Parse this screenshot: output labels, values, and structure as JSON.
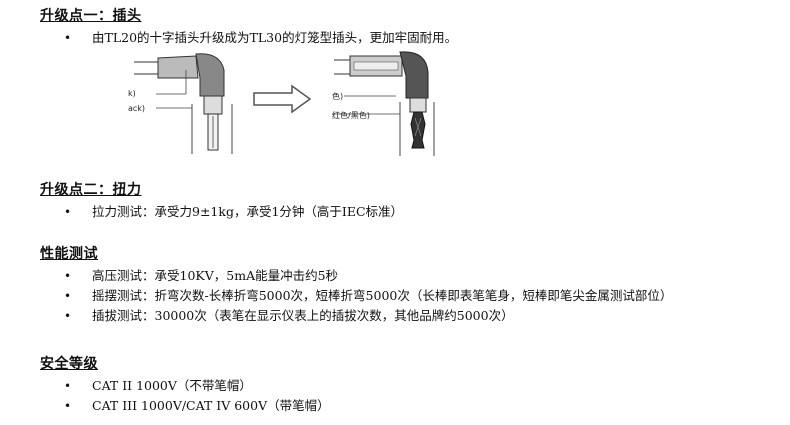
{
  "sections": [
    {
      "heading": "升级点一：插头",
      "items": [
        "由TL20的十字插头升级成为TL30的灯笼型插头，更加牢固耐用。"
      ]
    },
    {
      "heading": "升级点二：扭力",
      "items": [
        "拉力测试：承受力9±1kg，承受1分钟（高于IEC标准）"
      ]
    },
    {
      "heading": "性能测试",
      "items": [
        "高压测试：承受10KV，5mA能量冲击约5秒",
        "摇摆测试：折弯次数-长棒折弯5000次，短棒折弯5000次（长棒即表笔笔身，短棒即笔尖金属测试部位）",
        "插拔测试：30000次（表笔在显示仪表上的插拔次数，其他品牌约5000次）"
      ]
    },
    {
      "heading": "安全等级",
      "items": [
        "CAT II 1000V（不带笔帽）",
        "CAT III 1000V/CAT IV 600V（带笔帽）"
      ]
    }
  ],
  "diagram": {
    "left_labels": [
      "k)",
      "ack)"
    ],
    "right_labels": [
      "色)",
      "红色/黑色)"
    ]
  }
}
